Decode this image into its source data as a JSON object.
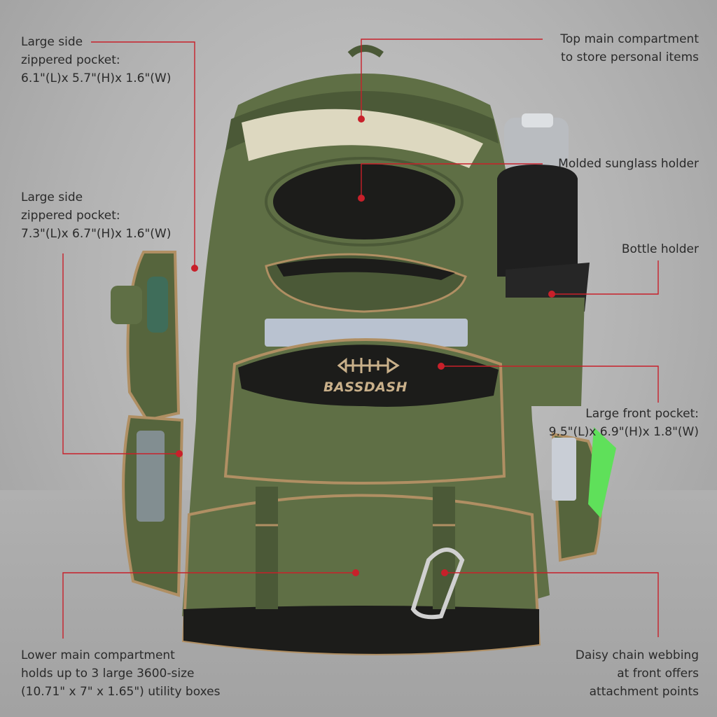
{
  "brand": {
    "logo_text": "BASSDASH"
  },
  "callouts": {
    "side_pocket_upper": {
      "lines": [
        "Large side",
        "zippered pocket:",
        "6.1\"(L)x 5.7\"(H)x 1.6\"(W)"
      ]
    },
    "side_pocket_lower": {
      "lines": [
        "Large side",
        "zippered pocket:",
        "7.3\"(L)x 6.7\"(H)x 1.6\"(W)"
      ]
    },
    "top_main": {
      "lines": [
        "Top main compartment",
        "to store personal items"
      ]
    },
    "sunglass": {
      "lines": [
        "Molded sunglass holder"
      ]
    },
    "bottle": {
      "lines": [
        "Bottle holder"
      ]
    },
    "front_pocket": {
      "lines": [
        "Large front pocket:",
        "9.5\"(L)x 6.9\"(H)x 1.8\"(W)"
      ]
    },
    "lower_main": {
      "lines": [
        "Lower main compartment",
        "holds up to 3 large 3600-size",
        "(10.71\" x 7\" x 1.65\") utility boxes"
      ]
    },
    "daisy_chain": {
      "lines": [
        "Daisy chain webbing",
        "at front offers",
        "attachment points"
      ]
    }
  },
  "colors": {
    "bag_green": "#5f6f45",
    "bag_dark_green": "#4b5937",
    "trim_tan": "#b08f63",
    "panel_black": "#1c1c1a",
    "leader_red": "#c8202a",
    "accent_lime": "#5fe05a"
  }
}
